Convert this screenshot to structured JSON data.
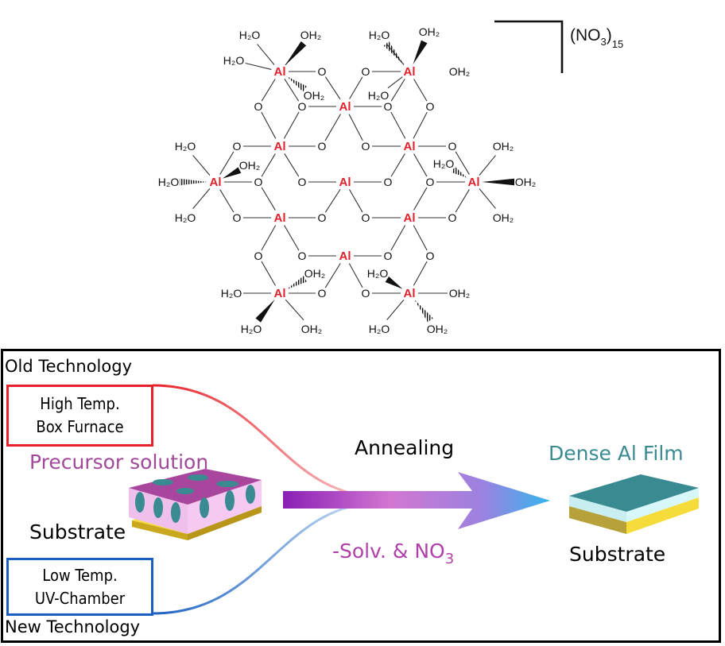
{
  "molecule": {
    "aluminum_symbol": "Al",
    "oxygen_symbol": "O",
    "water_left": "H₂O",
    "water_right": "OH₂",
    "counter_ion_base": "(NO",
    "counter_ion_sub": "3",
    "counter_ion_close": ")",
    "counter_ion_count": "15"
  },
  "process": {
    "old_technology_label": "Old Technology",
    "old_box_line1": "High Temp.",
    "old_box_line2": "Box Furnace",
    "new_technology_label": "New Technology",
    "new_box_line1": "Low Temp.",
    "new_box_line2": "UV-Chamber",
    "precursor_label": "Precursor solution",
    "substrate_left_label": "Substrate",
    "annealing_label": "Annealing",
    "removal_label_prefix": "-Solv. & NO",
    "removal_label_sub": "3",
    "dense_film_label": "Dense Al Film",
    "substrate_right_label": "Substrate"
  },
  "colors": {
    "aluminum": "#e0202a",
    "old_tech_red": "#e8202a",
    "new_tech_blue": "#1a5fc0",
    "precursor_purple": "#a0489a",
    "removal_magenta": "#b040a8",
    "film_teal": "#3a8a92",
    "substrate_yellow": "#f6dc3a",
    "arrow_start": "#8a1fb4",
    "arrow_end": "#35b6ee"
  }
}
